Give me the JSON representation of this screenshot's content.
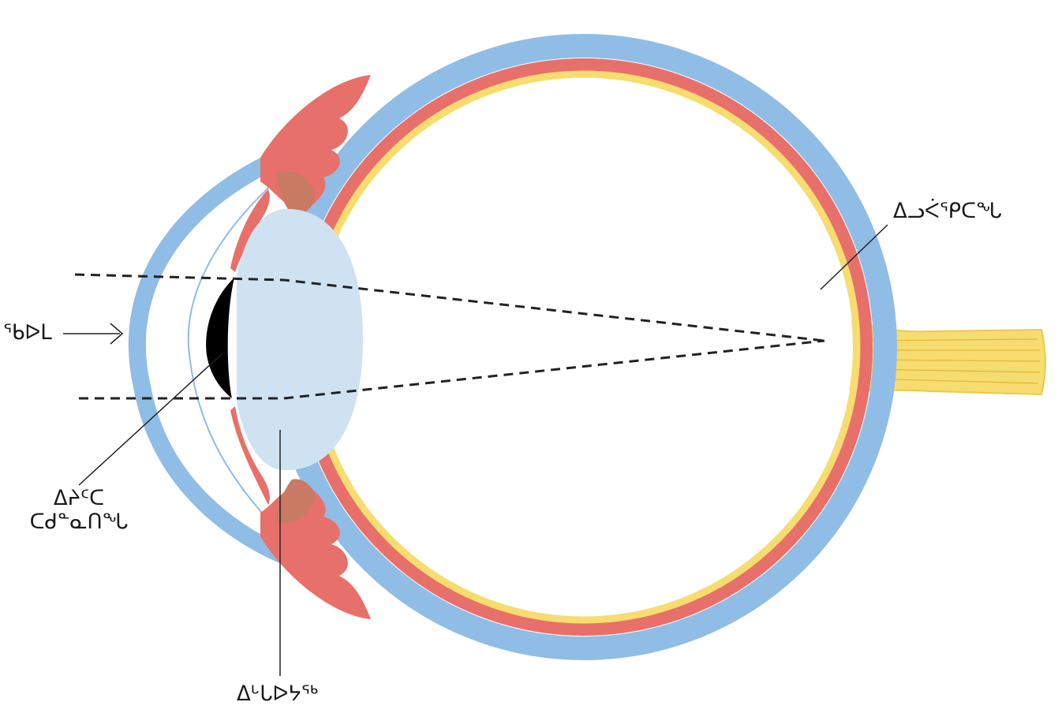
{
  "labels": {
    "light": "ᖃᐅᒪ",
    "pupil_line1": "ᐃᔨᑦᑕ",
    "pupil_line2": "ᑕᑯᓐᓇᑎᖓ",
    "lens": "ᐃᒡᒐᐅᔭᖅ",
    "retina": "ᐃᓗᐹᕿᑕᖓ"
  },
  "colors": {
    "sclera": "#8fbde6",
    "choroid": "#e8706a",
    "retina": "#f7dc6f",
    "lens": "#cfe2f2",
    "iris_muscle": "#c97a62",
    "pupil": "#000000",
    "nerve": "#f7dc6f",
    "light_ray": "#222222"
  }
}
